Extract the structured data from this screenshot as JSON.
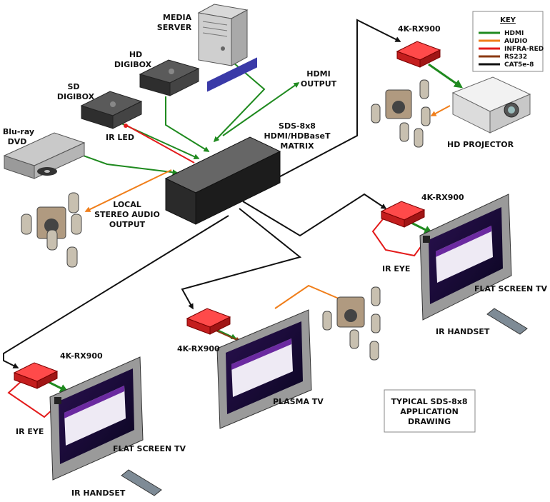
{
  "key": {
    "title": "KEY",
    "items": [
      {
        "label": "HDMI",
        "color": "#1f8a1f"
      },
      {
        "label": "AUDIO",
        "color": "#f07e1a"
      },
      {
        "label": "INFRA-RED",
        "color": "#e31b1b"
      },
      {
        "label": "RS232",
        "color": "#8b3a12"
      },
      {
        "label": "CAT5e-8",
        "color": "#111111"
      }
    ]
  },
  "labels": {
    "media_server": [
      "MEDIA",
      "SERVER"
    ],
    "hd_digibox": [
      "HD",
      "DIGIBOX"
    ],
    "sd_digibox": [
      "SD",
      "DIGIBOX"
    ],
    "bluray": [
      "Blu-ray",
      "DVD"
    ],
    "ir_led": "IR LED",
    "hdmi_output": [
      "HDMI",
      "OUTPUT"
    ],
    "matrix": [
      "SDS-8x8",
      "HDMI/HDBaseT",
      "MATRIX"
    ],
    "local_audio": [
      "LOCAL",
      "STEREO AUDIO",
      "OUTPUT"
    ],
    "rx_top": "4K-RX900",
    "hd_projector": "HD PROJECTOR",
    "rx_right": "4K-RX900",
    "ir_eye_right": "IR EYE",
    "flat_tv_right": "FLAT SCREEN TV",
    "ir_handset_right": "IR HANDSET",
    "rx_mid": "4K-RX900",
    "plasma_tv": "PLASMA TV",
    "rx_left": "4K-RX900",
    "ir_eye_left": "IR EYE",
    "flat_tv_left": "FLAT SCREEN TV",
    "ir_handset_left": "IR HANDSET",
    "typical": [
      "TYPICAL SDS-8x8",
      "APPLICATION",
      "DRAWING"
    ]
  },
  "colors": {
    "hdmi": "#1f8a1f",
    "audio": "#f07e1a",
    "infrared": "#e31b1b",
    "rs232": "#8b3a12",
    "cat5": "#111111",
    "receiver": "#d62828",
    "screen": "#6b2aa0"
  },
  "icons": {
    "server": "tower-server-icon",
    "digibox": "set-top-box-icon",
    "bluray": "disc-player-icon",
    "matrix": "matrix-switch-icon",
    "receiver": "hdbaset-receiver-icon",
    "speakers": "speaker-set-icon",
    "projector": "projector-icon",
    "tv": "flat-screen-tv-icon",
    "remote": "remote-control-icon"
  }
}
